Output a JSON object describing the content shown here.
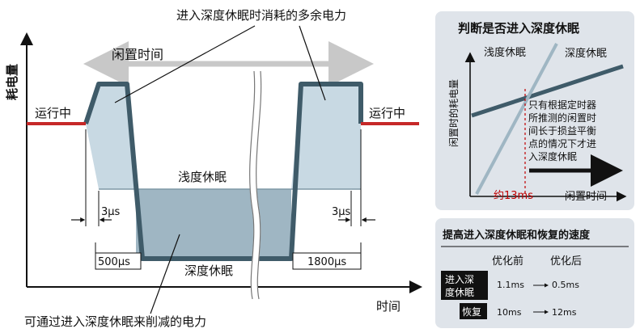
{
  "main": {
    "y_axis_label": "耗电量",
    "x_axis_label": "时间",
    "callout_top": "进入深度休眠时消耗的多余电力",
    "idle_time_label": "闲置时间",
    "running_left": "运行中",
    "running_right": "运行中",
    "shallow_sleep": "浅度休眠",
    "deep_sleep": "深度休眠",
    "dur_3us_left": "3µs",
    "dur_3us_right": "3µs",
    "dur_500us": "500µs",
    "dur_1800us": "1800µs",
    "callout_bottom": "可通过进入深度休眠来削减的电力"
  },
  "judge_panel": {
    "title": "判断是否进入深度休眠",
    "y_label": "闲置时的耗电量",
    "x_label": "闲置时间",
    "line_shallow": "浅度休眠",
    "line_deep": "深度休眠",
    "note_lines": [
      "只有根据定时器",
      "所推测的闲置时",
      "间长于损益平衡",
      "点的情况下才进",
      "入深度休眠"
    ],
    "threshold_label": "约13ms"
  },
  "speed_panel": {
    "title": "提高进入深度休眠和恢复的速度",
    "col_before": "优化前",
    "col_after": "优化后",
    "row_enter_line1": "进入深",
    "row_enter_line2": "度休眠",
    "row_enter_before": "1.1ms",
    "row_enter_after": "0.5ms",
    "row_resume": "恢复",
    "row_resume_before": "10ms",
    "row_resume_after": "12ms"
  },
  "colors": {
    "running_red": "#c62828",
    "outline_dark": "#3f5b69",
    "fill_light": "#c8d9e3",
    "fill_deep": "#9fb6c3",
    "arrow_gray": "#c8c8c8",
    "panel_bg": "#dfe4ea",
    "threshold_red": "#c00000",
    "label_bg_black": "#111111"
  }
}
